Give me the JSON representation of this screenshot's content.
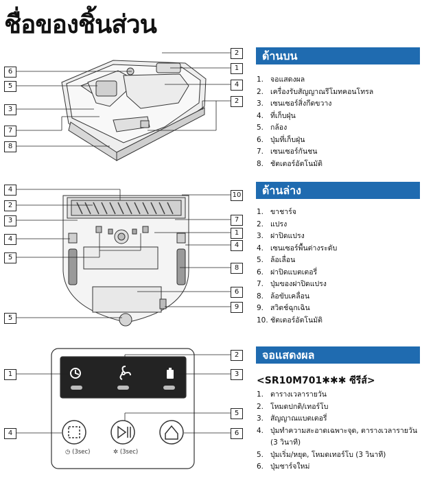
{
  "title": "ชื่อของชิ้นส่วน",
  "top": {
    "header": "ด้านบน",
    "items": [
      {
        "n": "1.",
        "label": "จอแสดงผล"
      },
      {
        "n": "2.",
        "label": "เครื่องรับสัญญาณรีโมทคอนโทรล"
      },
      {
        "n": "3.",
        "label": "เซนเซอร์สิ่งกีดขวาง"
      },
      {
        "n": "4.",
        "label": "ที่เก็บฝุ่น"
      },
      {
        "n": "5.",
        "label": "กล้อง"
      },
      {
        "n": "6.",
        "label": "ปุ่มที่เก็บฝุ่น"
      },
      {
        "n": "7.",
        "label": "เซนเซอร์กันชน"
      },
      {
        "n": "8.",
        "label": "ชัตเตอร์อัตโนมัติ"
      }
    ]
  },
  "bottom": {
    "header": "ด้านล่าง",
    "items": [
      {
        "n": "1.",
        "label": "ขาชาร์จ"
      },
      {
        "n": "2.",
        "label": "แปรง"
      },
      {
        "n": "3.",
        "label": "ฝาปิดแปรง"
      },
      {
        "n": "4.",
        "label": "เซนเซอร์พื้นต่างระดับ"
      },
      {
        "n": "5.",
        "label": "ล้อเลื่อน"
      },
      {
        "n": "6.",
        "label": "ฝาปิดแบตเตอรี่"
      },
      {
        "n": "7.",
        "label": "ปุ่มของฝาปิดแปรง"
      },
      {
        "n": "8.",
        "label": "ล้อขับเคลื่อน"
      },
      {
        "n": "9.",
        "label": "สวิตช์ฉุกเฉิน"
      },
      {
        "n": "10.",
        "label": "ชัตเตอร์อัตโนมัติ"
      }
    ]
  },
  "display": {
    "header": "จอแสดงผล",
    "series": "<SR10M701✱✱✱ ซีรีส์>",
    "items": [
      {
        "n": "1.",
        "label": "ตารางเวลารายวัน"
      },
      {
        "n": "2.",
        "label": "โหมดปกติ/เทอร์โบ"
      },
      {
        "n": "3.",
        "label": "สัญญาณแบตเตอรี่"
      },
      {
        "n": "4.",
        "label": "ปุ่มทำความสะอาดเฉพาะจุด, ตารางเวลารายวัน (3 วินาที)"
      },
      {
        "n": "5.",
        "label": "ปุ่มเริ่ม/หยุด, โหมดเทอร์โบ (3 วินาที)"
      },
      {
        "n": "6.",
        "label": "ปุ่มชาร์จใหม่"
      }
    ],
    "btn_caption_left": "(3sec)",
    "btn_caption_mid": "(3sec)"
  },
  "callouts": {
    "top": [
      "2",
      "1",
      "4",
      "2",
      "6",
      "5",
      "3",
      "7",
      "8"
    ],
    "bottom": [
      "4",
      "10",
      "2",
      "3",
      "7",
      "1",
      "4",
      "4",
      "5",
      "8",
      "6",
      "9",
      "5"
    ],
    "display": [
      "2",
      "1",
      "3",
      "5",
      "4",
      "6"
    ]
  },
  "colors": {
    "accent": "#1f6bb0"
  },
  "icons": [
    "schedule-icon",
    "fan-icon",
    "battery-icon",
    "spot-clean-icon",
    "play-pause-icon",
    "home-charge-icon"
  ]
}
